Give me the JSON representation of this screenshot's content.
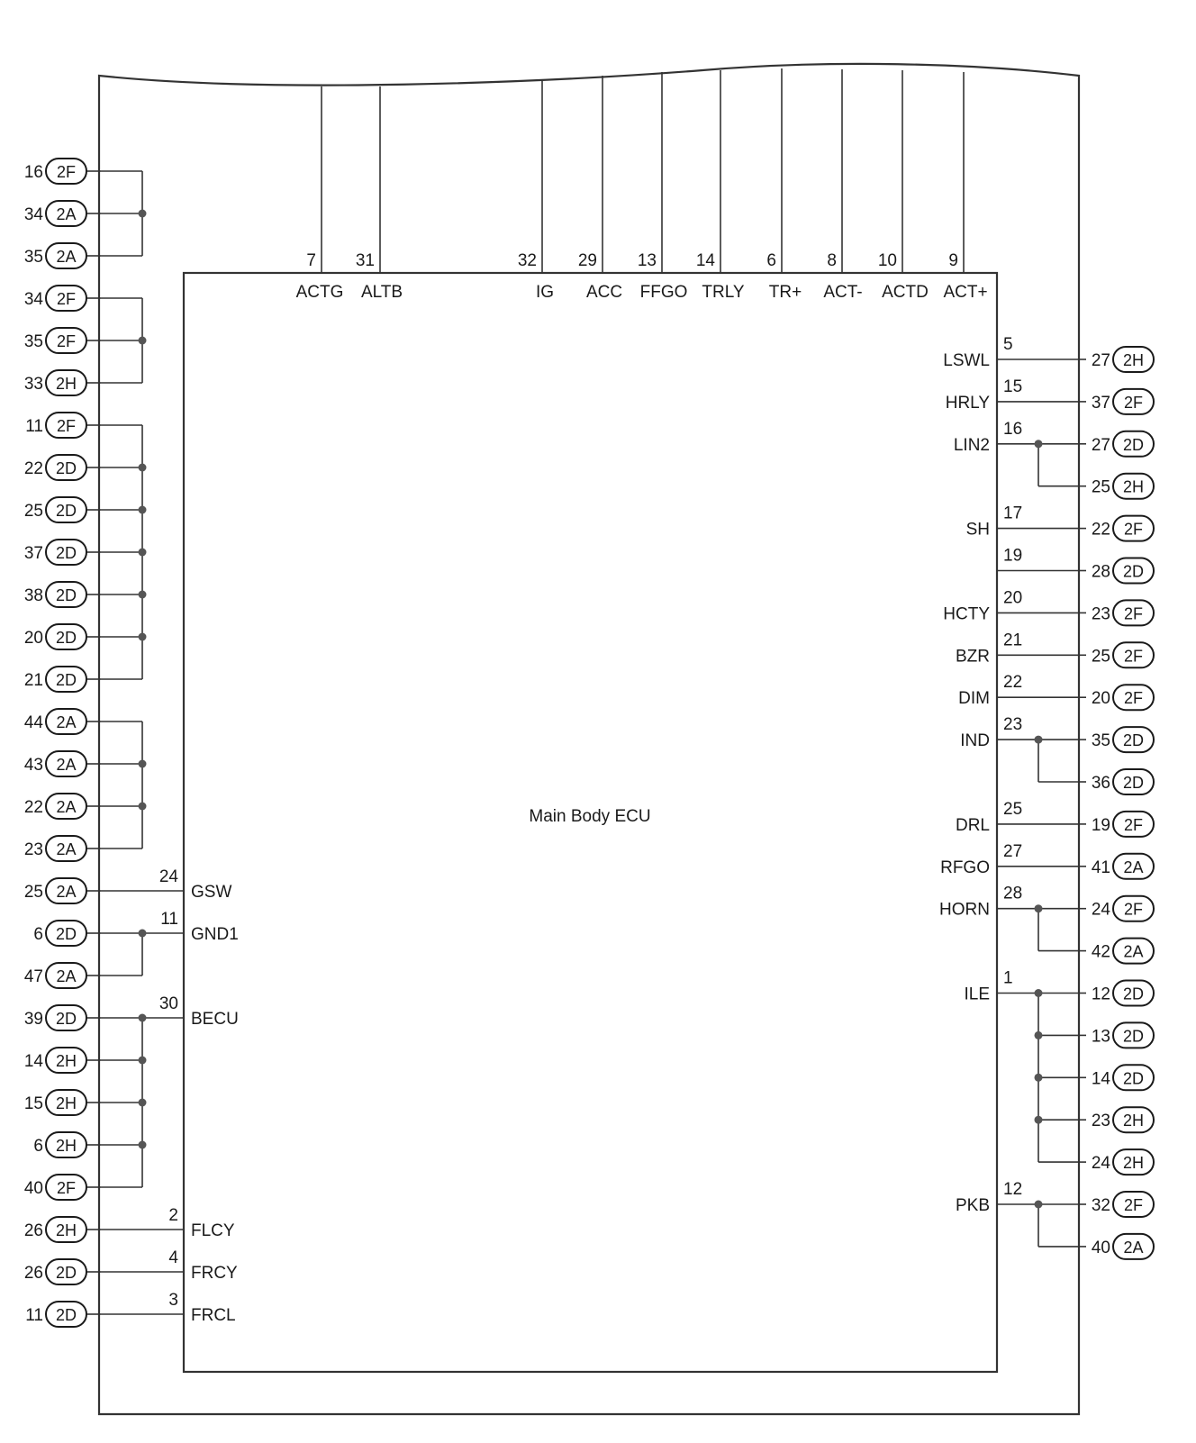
{
  "diagram": {
    "ecu_label": "Main Body ECU",
    "top_pins": [
      {
        "num": "7",
        "label": "ACTG"
      },
      {
        "num": "31",
        "label": "ALTB"
      },
      {
        "num": "32",
        "label": "IG"
      },
      {
        "num": "29",
        "label": "ACC"
      },
      {
        "num": "13",
        "label": "FFGO"
      },
      {
        "num": "14",
        "label": "TRLY"
      },
      {
        "num": "6",
        "label": "TR+"
      },
      {
        "num": "8",
        "label": "ACT-"
      },
      {
        "num": "10",
        "label": "ACTD"
      },
      {
        "num": "9",
        "label": "ACT+"
      }
    ],
    "left_ecu_pins": [
      {
        "num": "24",
        "label": "GSW"
      },
      {
        "num": "11",
        "label": "GND1"
      },
      {
        "num": "30",
        "label": "BECU"
      },
      {
        "num": "2",
        "label": "FLCY"
      },
      {
        "num": "4",
        "label": "FRCY"
      },
      {
        "num": "3",
        "label": "FRCL"
      }
    ],
    "right_ecu_pins": [
      {
        "num": "5",
        "label": "LSWL"
      },
      {
        "num": "15",
        "label": "HRLY"
      },
      {
        "num": "16",
        "label": "LIN2"
      },
      {
        "num": "17",
        "label": "SH"
      },
      {
        "num": "19",
        "label": ""
      },
      {
        "num": "20",
        "label": "HCTY"
      },
      {
        "num": "21",
        "label": "BZR"
      },
      {
        "num": "22",
        "label": "DIM"
      },
      {
        "num": "23",
        "label": "IND"
      },
      {
        "num": "25",
        "label": "DRL"
      },
      {
        "num": "27",
        "label": "RFGO"
      },
      {
        "num": "28",
        "label": "HORN"
      },
      {
        "num": "1",
        "label": "ILE"
      },
      {
        "num": "12",
        "label": "PKB"
      }
    ],
    "left_connectors": [
      {
        "num": "16",
        "conn": "2F"
      },
      {
        "num": "34",
        "conn": "2A"
      },
      {
        "num": "35",
        "conn": "2A"
      },
      {
        "num": "34",
        "conn": "2F"
      },
      {
        "num": "35",
        "conn": "2F"
      },
      {
        "num": "33",
        "conn": "2H"
      },
      {
        "num": "11",
        "conn": "2F"
      },
      {
        "num": "22",
        "conn": "2D"
      },
      {
        "num": "25",
        "conn": "2D"
      },
      {
        "num": "37",
        "conn": "2D"
      },
      {
        "num": "38",
        "conn": "2D"
      },
      {
        "num": "20",
        "conn": "2D"
      },
      {
        "num": "21",
        "conn": "2D"
      },
      {
        "num": "44",
        "conn": "2A"
      },
      {
        "num": "43",
        "conn": "2A"
      },
      {
        "num": "22",
        "conn": "2A"
      },
      {
        "num": "23",
        "conn": "2A"
      },
      {
        "num": "25",
        "conn": "2A"
      },
      {
        "num": "6",
        "conn": "2D"
      },
      {
        "num": "47",
        "conn": "2A"
      },
      {
        "num": "39",
        "conn": "2D"
      },
      {
        "num": "14",
        "conn": "2H"
      },
      {
        "num": "15",
        "conn": "2H"
      },
      {
        "num": "6",
        "conn": "2H"
      },
      {
        "num": "40",
        "conn": "2F"
      },
      {
        "num": "26",
        "conn": "2H"
      },
      {
        "num": "26",
        "conn": "2D"
      },
      {
        "num": "11",
        "conn": "2D"
      }
    ],
    "right_connectors": [
      {
        "num": "27",
        "conn": "2H"
      },
      {
        "num": "37",
        "conn": "2F"
      },
      {
        "num": "27",
        "conn": "2D"
      },
      {
        "num": "25",
        "conn": "2H"
      },
      {
        "num": "22",
        "conn": "2F"
      },
      {
        "num": "28",
        "conn": "2D"
      },
      {
        "num": "23",
        "conn": "2F"
      },
      {
        "num": "25",
        "conn": "2F"
      },
      {
        "num": "20",
        "conn": "2F"
      },
      {
        "num": "35",
        "conn": "2D"
      },
      {
        "num": "36",
        "conn": "2D"
      },
      {
        "num": "19",
        "conn": "2F"
      },
      {
        "num": "41",
        "conn": "2A"
      },
      {
        "num": "24",
        "conn": "2F"
      },
      {
        "num": "42",
        "conn": "2A"
      },
      {
        "num": "12",
        "conn": "2D"
      },
      {
        "num": "13",
        "conn": "2D"
      },
      {
        "num": "14",
        "conn": "2D"
      },
      {
        "num": "23",
        "conn": "2H"
      },
      {
        "num": "24",
        "conn": "2H"
      },
      {
        "num": "32",
        "conn": "2F"
      },
      {
        "num": "40",
        "conn": "2A"
      }
    ]
  }
}
